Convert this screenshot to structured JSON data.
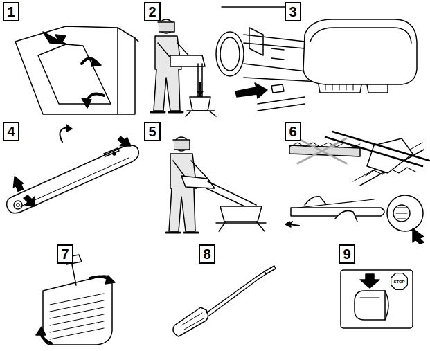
{
  "diagram": {
    "nodes": [
      {
        "text": [
          "1"
        ]
      },
      {
        "text": [
          "2"
        ]
      },
      {
        "text": [
          "3"
        ]
      },
      {
        "text": [
          "4"
        ]
      },
      {
        "text": [
          "5"
        ]
      },
      {
        "text": [
          "6"
        ]
      },
      {
        "text": [
          "7"
        ]
      },
      {
        "text": [
          "8"
        ]
      },
      {
        "text": [
          "9"
        ]
      },
      {
        "text": [
          "STOP"
        ]
      }
    ]
  }
}
